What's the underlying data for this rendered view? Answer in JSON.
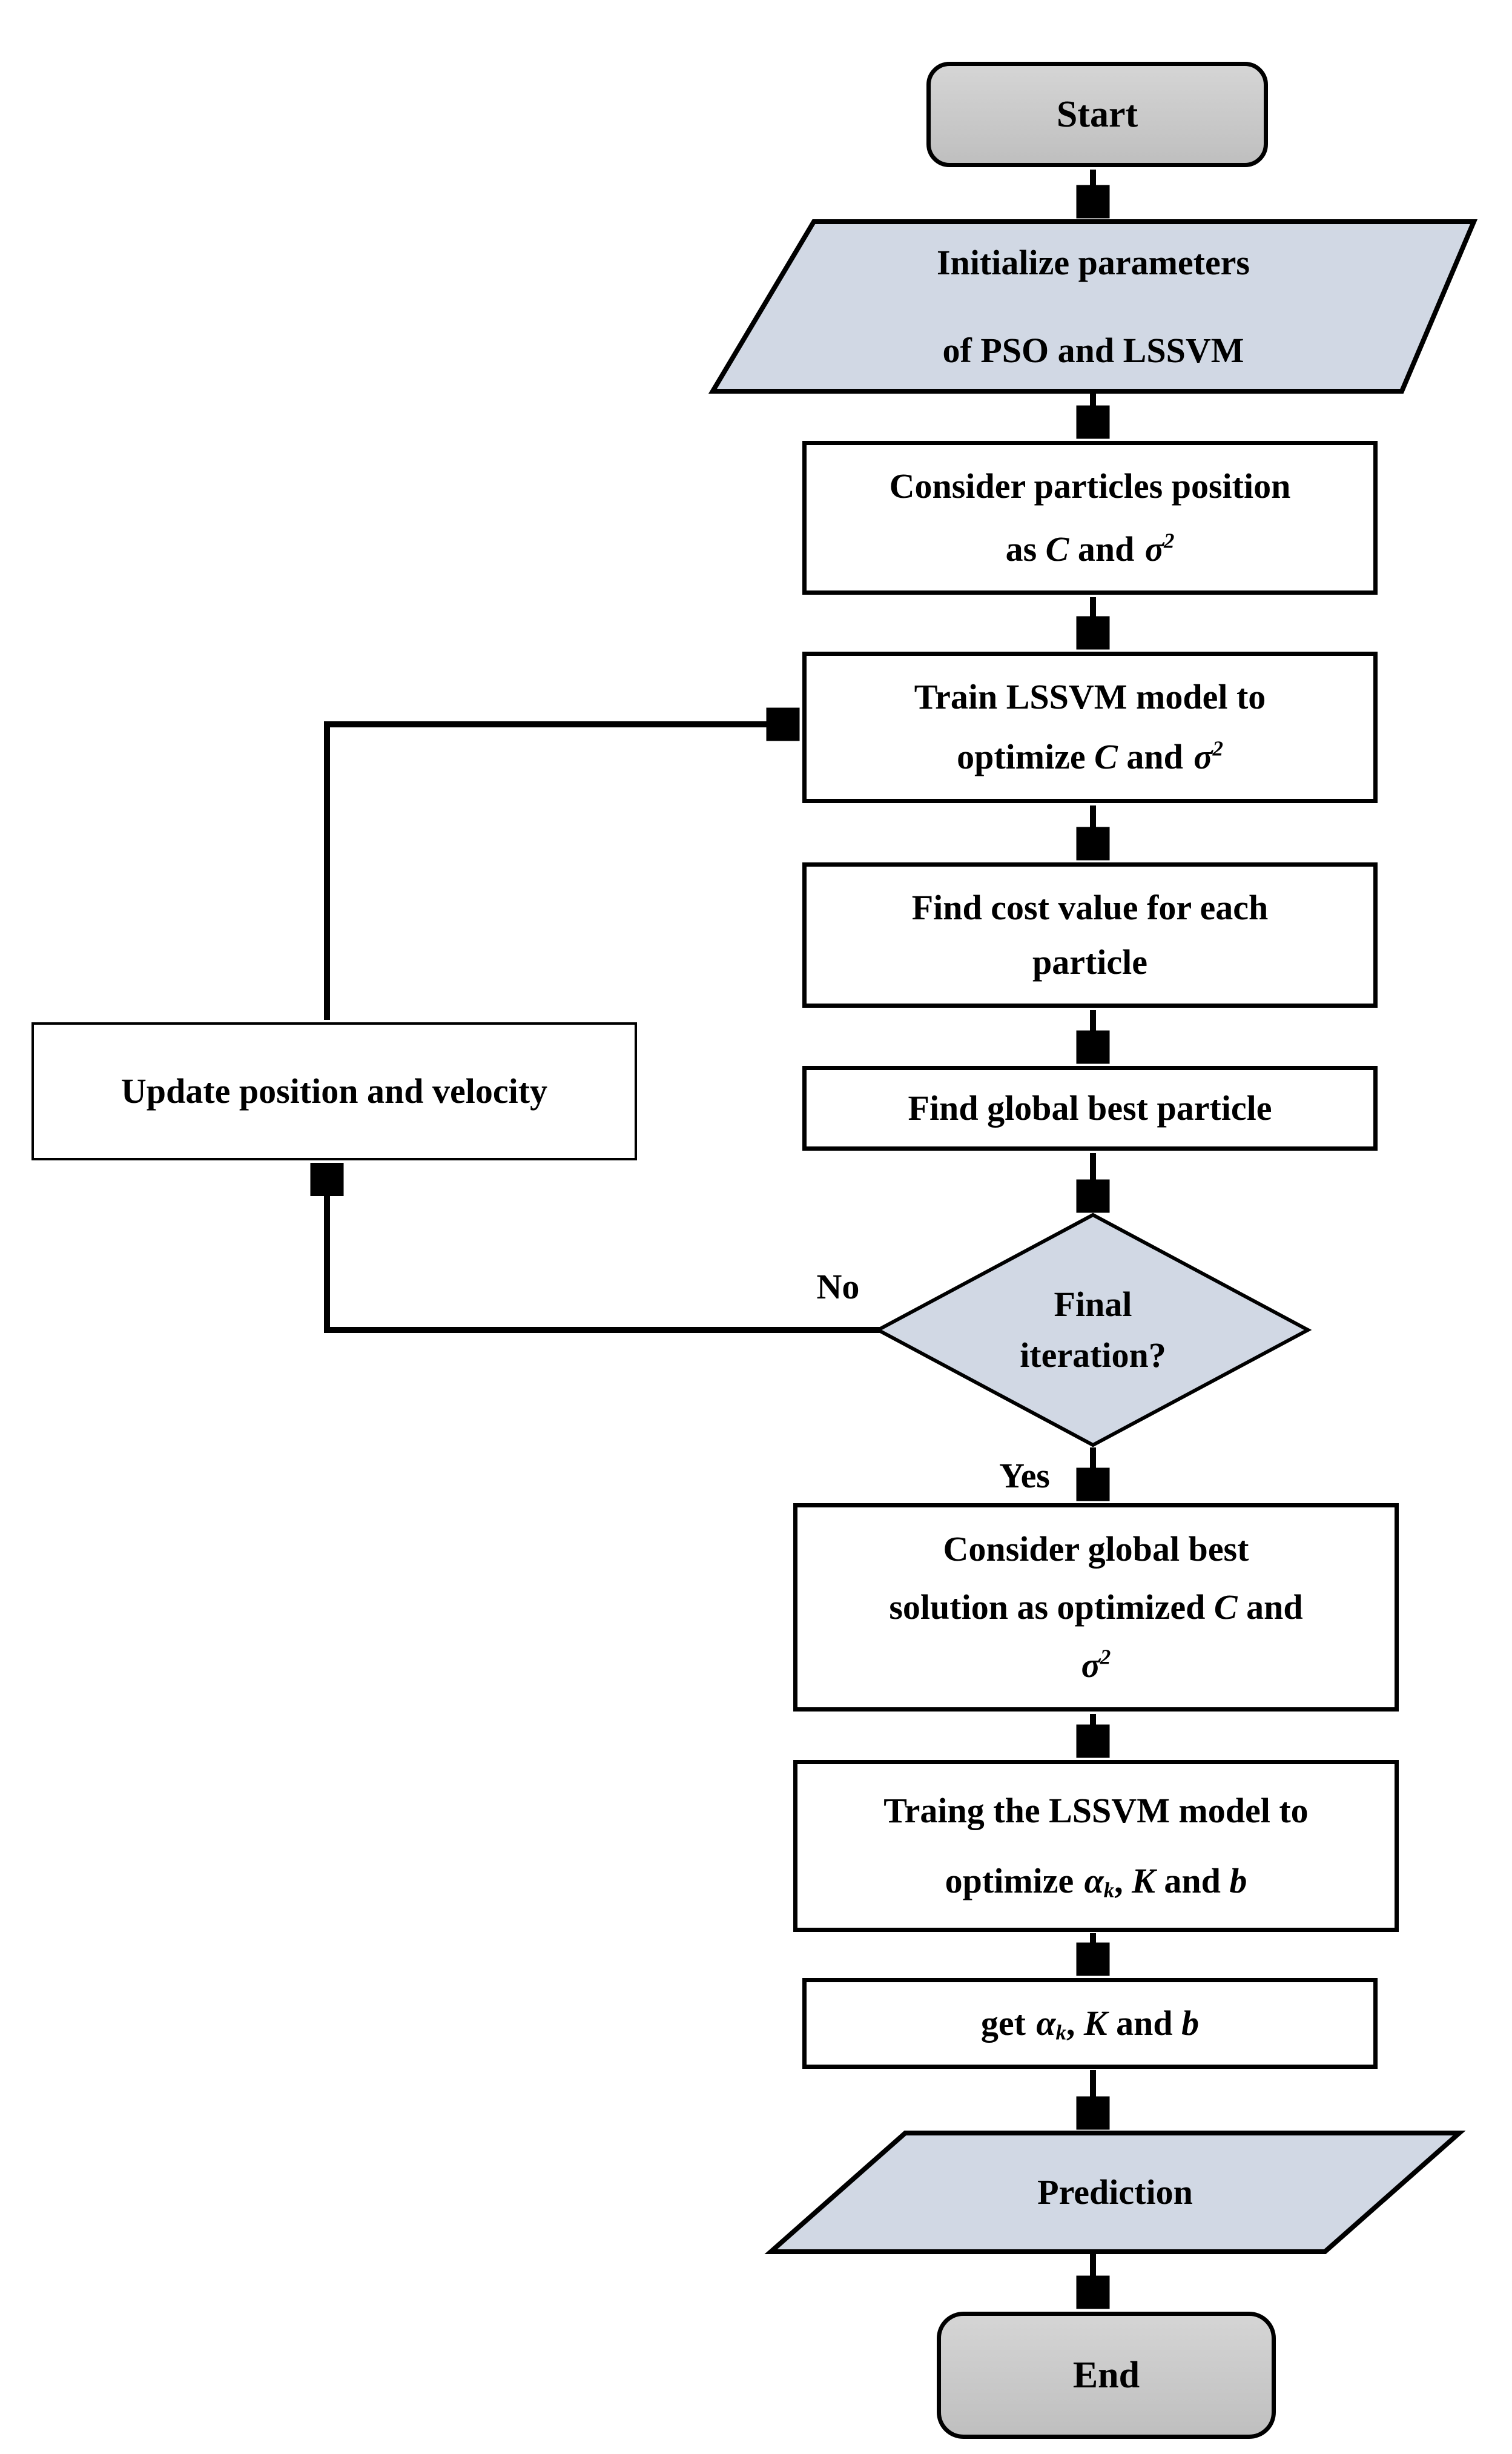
{
  "palette": {
    "background": "#ffffff",
    "io_fill": "#d1d8e4",
    "process_fill": "#ffffff",
    "terminator_fill_top": "#d5d5d5",
    "terminator_fill_bottom": "#bfbfbf",
    "line_color": "#000000",
    "text_color": "#000000"
  },
  "nodes": {
    "start": {
      "type": "terminator",
      "label": "Start"
    },
    "init_params": {
      "type": "data-io",
      "line1": "Initialize parameters",
      "line2": "of PSO and LSSVM"
    },
    "consider_particles": {
      "type": "process",
      "line1": "Consider particles position",
      "line2": {
        "pre": "as ",
        "c": "C",
        "and": " and",
        "sigma": "σ",
        "sup": "2"
      }
    },
    "train_lssvm": {
      "type": "process",
      "line1": "Train LSSVM model to",
      "line2": {
        "pre": "optimize ",
        "c": "C",
        "and": " and",
        "sigma": "σ",
        "sup": "2"
      }
    },
    "find_cost": {
      "type": "process",
      "line1": "Find cost value for each",
      "line2": "particle"
    },
    "find_global_best": {
      "type": "process",
      "label": "Find global best particle"
    },
    "final_iteration": {
      "type": "decision",
      "line1": "Final",
      "line2": "iteration?"
    },
    "update_position": {
      "type": "process",
      "label": "Update position and velocity"
    },
    "consider_global_best": {
      "type": "process",
      "line1": "Consider global best",
      "line2": {
        "pre": "solution as optimized ",
        "c": "C",
        "post": " and"
      },
      "line3": {
        "sigma": "σ",
        "sup": "2"
      }
    },
    "train_final_model": {
      "type": "process",
      "line1": "Traing the LSSVM model to",
      "line2": {
        "pre": "optimize",
        "alpha": "α",
        "sub_k": "k",
        "comma": ", ",
        "kvar": "K",
        "and": " and ",
        "bvar": "b"
      }
    },
    "get_params": {
      "type": "process",
      "line1": {
        "pre": "get",
        "alpha": "α",
        "sub_k": "k",
        "comma": ", ",
        "kvar": "K",
        "and": " and ",
        "bvar": "b"
      }
    },
    "prediction": {
      "type": "data-io",
      "label": "Prediction"
    },
    "end": {
      "type": "terminator",
      "label": "End"
    }
  },
  "edge_labels": {
    "no": "No",
    "yes": "Yes"
  }
}
